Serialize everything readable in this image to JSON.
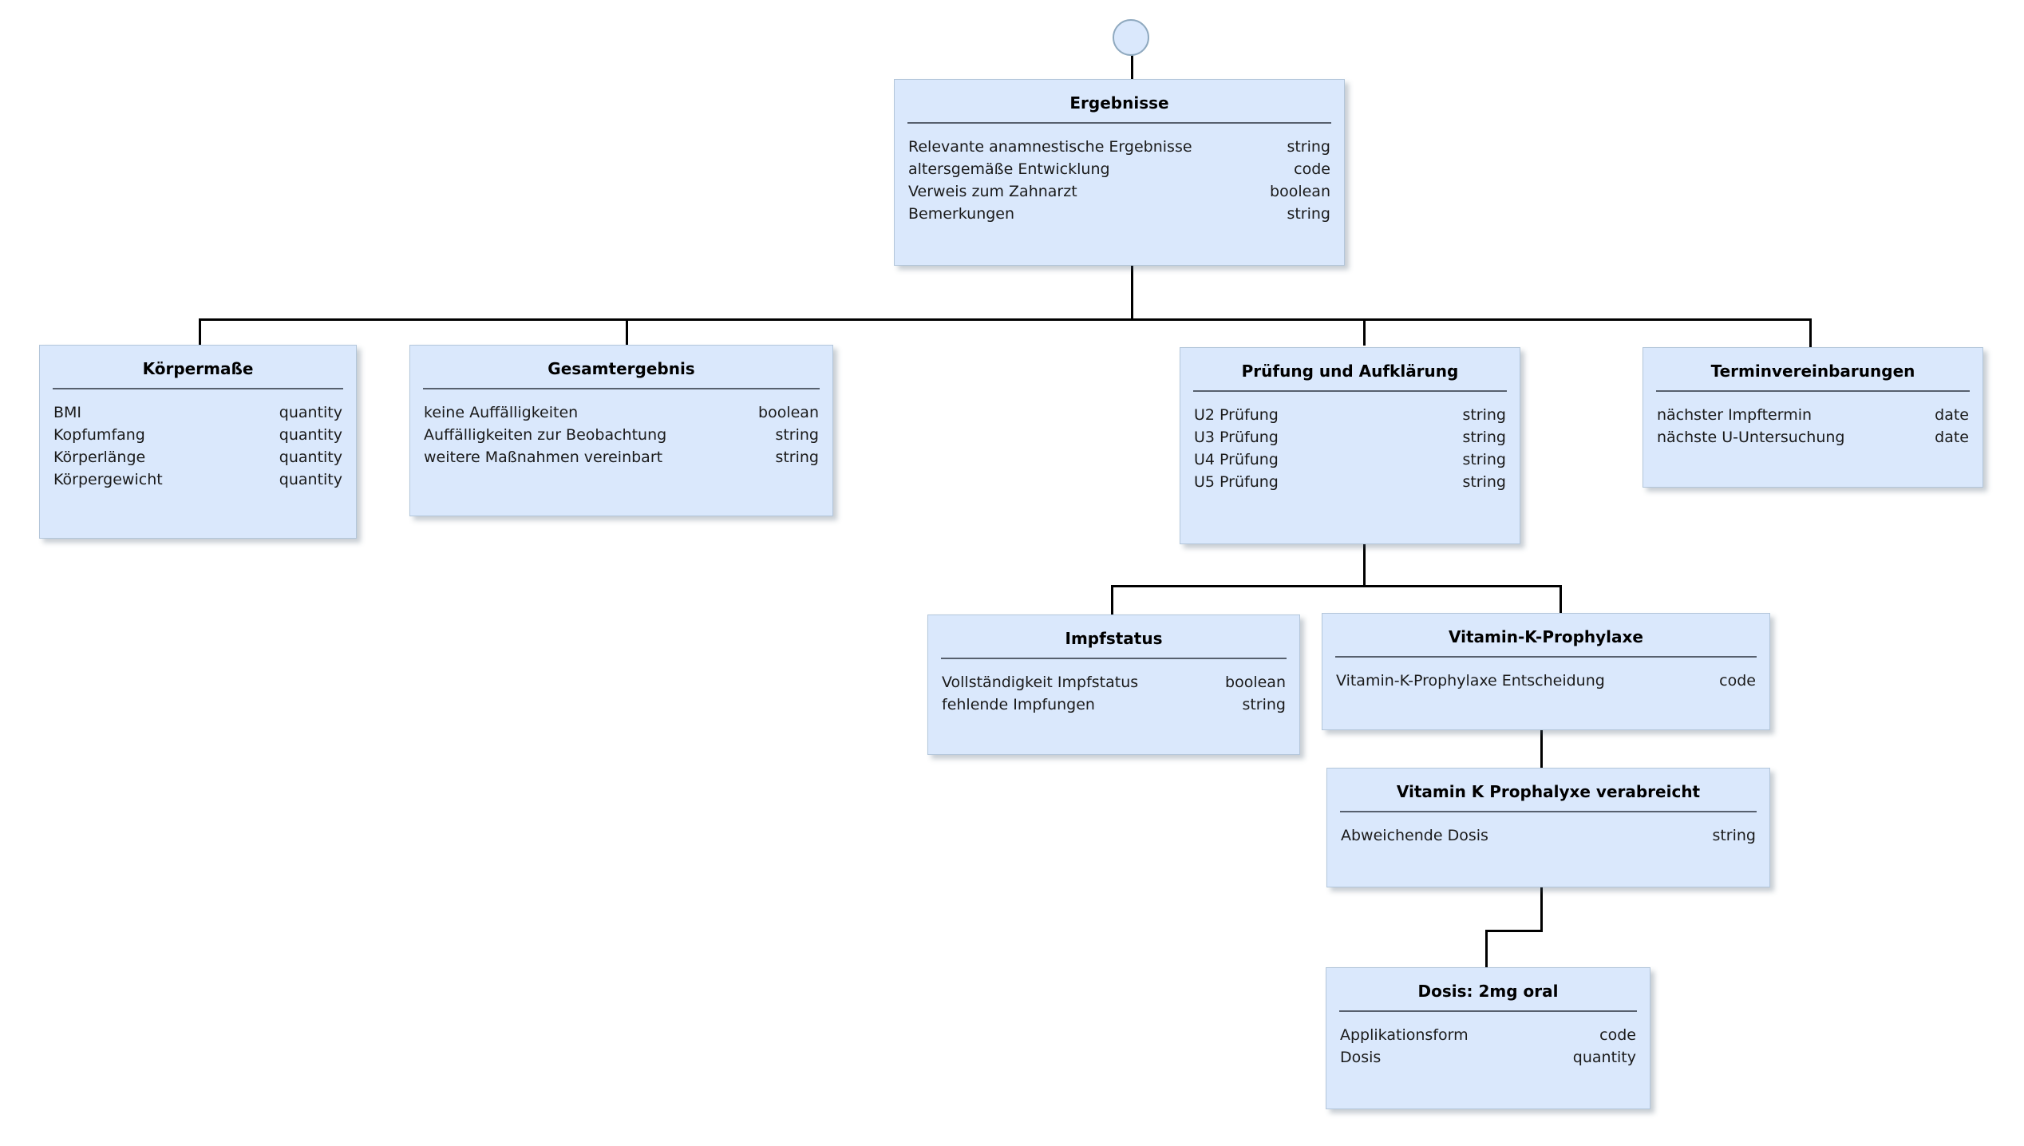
{
  "diagram": {
    "kind": "uml-class-hierarchy",
    "title": "Ergebnisse",
    "language": "de",
    "colors": {
      "node_fill": "#dae8fc",
      "node_border": "#b3c6da",
      "separator": "#57606e",
      "edge": "#000000",
      "text": "#1a1a1a",
      "background": "#ffffff"
    },
    "start_node": {
      "name": "start-node",
      "shape": "circle"
    },
    "type_labels": [
      "string",
      "code",
      "boolean",
      "quantity",
      "date"
    ],
    "nodes": [
      {
        "id": "ergebnisse",
        "title": "Ergebnisse",
        "attrs": [
          {
            "name": "Relevante anamnestische Ergebnisse",
            "type": "string"
          },
          {
            "name": "altersgemäße Entwicklung",
            "type": "code"
          },
          {
            "name": "Verweis zum Zahnarzt",
            "type": "boolean"
          },
          {
            "name": "Bemerkungen",
            "type": "string"
          }
        ]
      },
      {
        "id": "koerpermasse",
        "title": "Körpermaße",
        "attrs": [
          {
            "name": "BMI",
            "type": "quantity"
          },
          {
            "name": "Kopfumfang",
            "type": "quantity"
          },
          {
            "name": "Körperlänge",
            "type": "quantity"
          },
          {
            "name": "Körpergewicht",
            "type": "quantity"
          }
        ]
      },
      {
        "id": "gesamtergebnis",
        "title": "Gesamtergebnis",
        "attrs": [
          {
            "name": "keine Auffälligkeiten",
            "type": "boolean"
          },
          {
            "name": "Auffälligkeiten zur Beobachtung",
            "type": "string"
          },
          {
            "name": "weitere Maßnahmen vereinbart",
            "type": "string"
          }
        ]
      },
      {
        "id": "pruefung",
        "title": "Prüfung und Aufklärung",
        "attrs": [
          {
            "name": "U2 Prüfung",
            "type": "string"
          },
          {
            "name": "U3 Prüfung",
            "type": "string"
          },
          {
            "name": "U4 Prüfung",
            "type": "string"
          },
          {
            "name": "U5 Prüfung",
            "type": "string"
          }
        ]
      },
      {
        "id": "terminvereinbarungen",
        "title": "Terminvereinbarungen",
        "attrs": [
          {
            "name": "nächster Impftermin",
            "type": "date"
          },
          {
            "name": "nächste U-Untersuchung",
            "type": "date"
          }
        ]
      },
      {
        "id": "impfstatus",
        "title": "Impfstatus",
        "attrs": [
          {
            "name": "Vollständigkeit Impfstatus",
            "type": "boolean"
          },
          {
            "name": "fehlende Impfungen",
            "type": "string"
          }
        ]
      },
      {
        "id": "vitamin-k-prophylaxe",
        "title": "Vitamin-K-Prophylaxe",
        "attrs": [
          {
            "name": "Vitamin-K-Prophylaxe Entscheidung",
            "type": "code"
          }
        ]
      },
      {
        "id": "vitamin-k-verabreicht",
        "title": "Vitamin K Prophalyxe verabreicht",
        "attrs": [
          {
            "name": "Abweichende Dosis",
            "type": "string"
          }
        ]
      },
      {
        "id": "dosis",
        "title": "Dosis: 2mg oral",
        "attrs": [
          {
            "name": "Applikationsform",
            "type": "code"
          },
          {
            "name": "Dosis",
            "type": "quantity"
          }
        ]
      }
    ],
    "edges": [
      {
        "from": "start-node",
        "to": "ergebnisse"
      },
      {
        "from": "ergebnisse",
        "to": "koerpermasse"
      },
      {
        "from": "ergebnisse",
        "to": "gesamtergebnis"
      },
      {
        "from": "ergebnisse",
        "to": "pruefung"
      },
      {
        "from": "ergebnisse",
        "to": "terminvereinbarungen"
      },
      {
        "from": "pruefung",
        "to": "impfstatus"
      },
      {
        "from": "pruefung",
        "to": "vitamin-k-prophylaxe"
      },
      {
        "from": "vitamin-k-prophylaxe",
        "to": "vitamin-k-verabreicht"
      },
      {
        "from": "vitamin-k-verabreicht",
        "to": "dosis"
      }
    ]
  }
}
